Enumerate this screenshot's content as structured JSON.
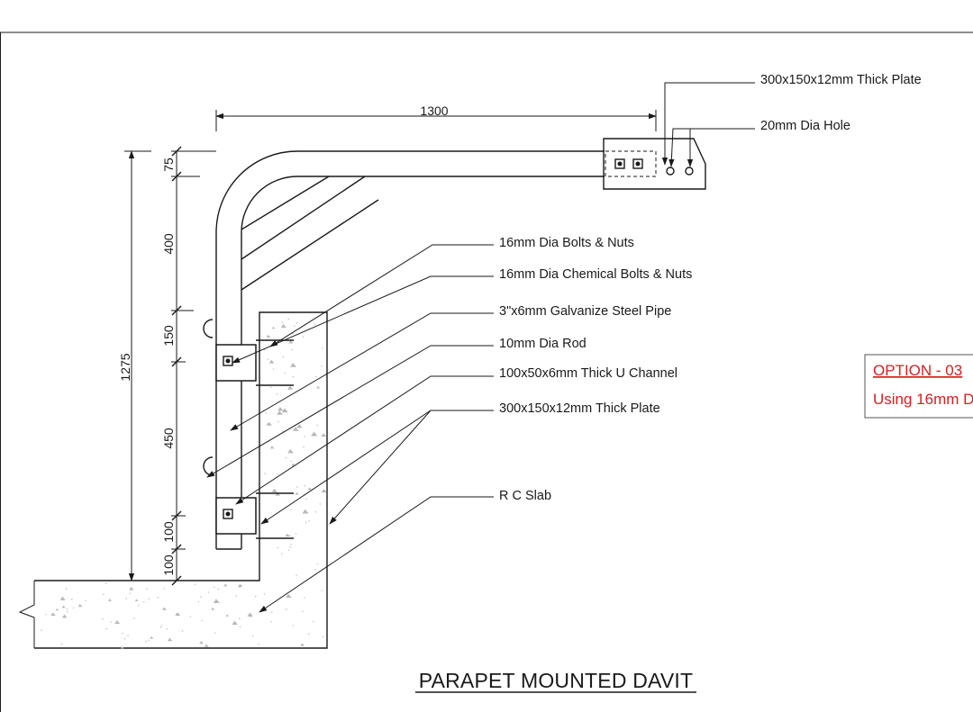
{
  "drawing_title": "PARAPET MOUNTED DAVIT",
  "dimensions": {
    "horizontal_reach": "1300",
    "overall_height": "1275",
    "segments": [
      "75",
      "400",
      "150",
      "450",
      "100",
      "100"
    ]
  },
  "callouts": {
    "top_plate": "300x150x12mm Thick Plate",
    "hole": "20mm Dia Hole",
    "bolts": "16mm Dia Bolts & Nuts",
    "chemical_bolts": "16mm Dia Chemical Bolts & Nuts",
    "pipe": "3\"x6mm Galvanize Steel Pipe",
    "rod": "10mm Dia Rod",
    "channel": "100x50x6mm Thick U Channel",
    "base_plate": "300x150x12mm Thick Plate",
    "slab": "R C Slab"
  },
  "option_box": {
    "title": "OPTION - 03",
    "subtitle": "Using 16mm D"
  },
  "colors": {
    "line": "#1a1a1a",
    "option_red": "#d42020"
  }
}
